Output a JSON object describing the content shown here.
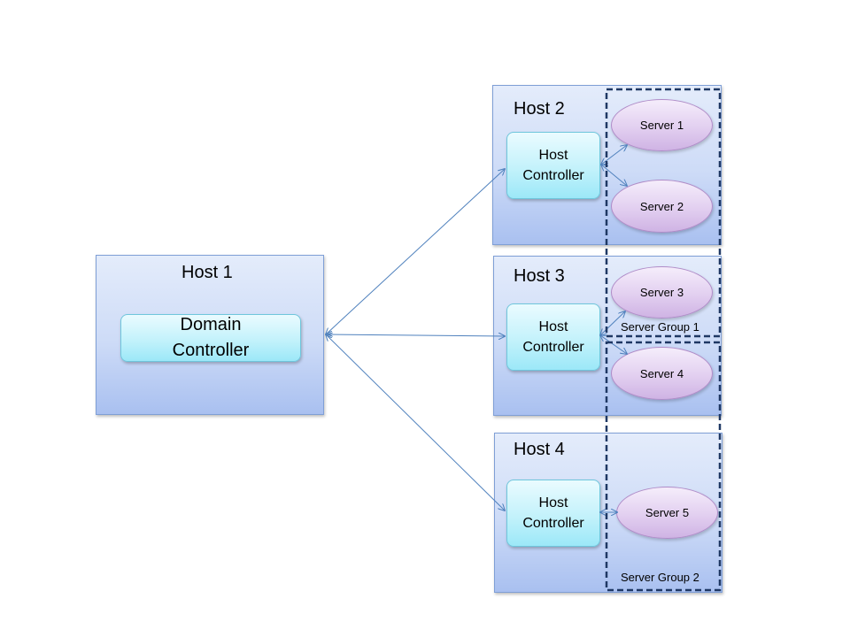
{
  "hosts": [
    {
      "name": "Host 1",
      "controller": "Domain\nController"
    },
    {
      "name": "Host 2",
      "controller": "Host\nController"
    },
    {
      "name": "Host 3",
      "controller": "Host\nController"
    },
    {
      "name": "Host 4",
      "controller": "Host\nController"
    }
  ],
  "servers": [
    "Server 1",
    "Server 2",
    "Server 3",
    "Server 4",
    "Server 5"
  ],
  "server_groups": [
    "Server Group 1",
    "Server Group 2"
  ],
  "colors": {
    "host_fill": "#cddbf7",
    "host_border": "#7f9fd6",
    "controller_fill": "#c3f2fb",
    "server_fill": "#e2cff0",
    "connector": "#4f81bd",
    "group_border": "#1f3864"
  }
}
